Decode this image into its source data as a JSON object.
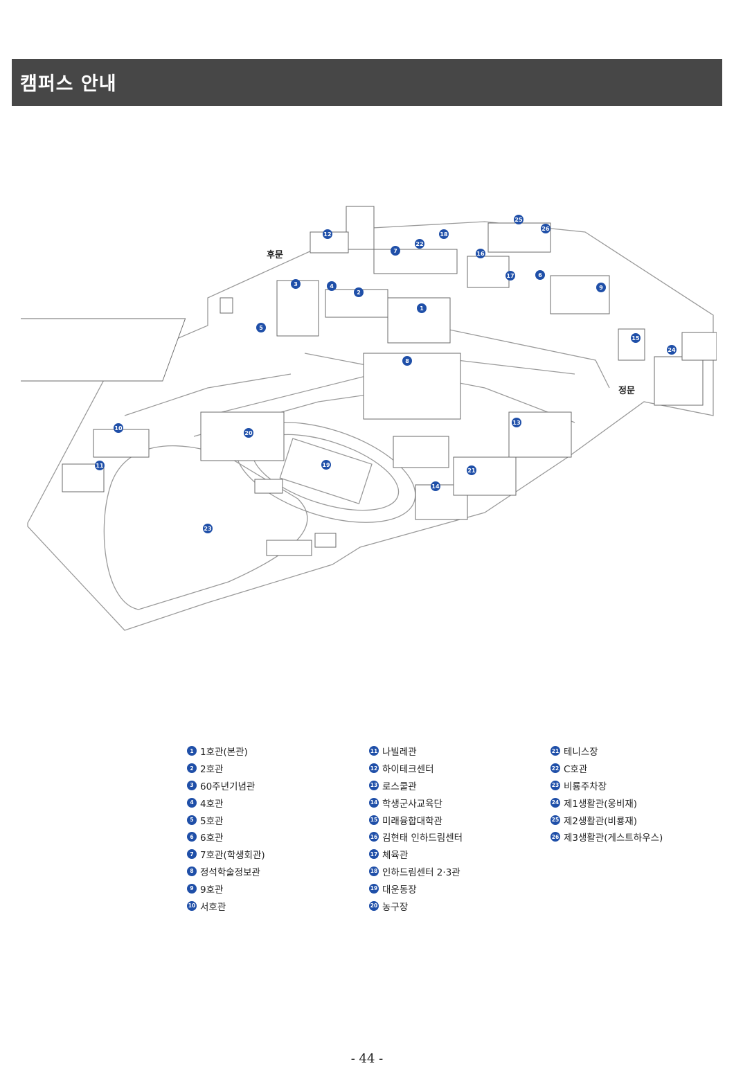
{
  "header": {
    "title": "캠퍼스 안내"
  },
  "map": {
    "gates": {
      "back_gate": "후문",
      "main_gate": "정문"
    },
    "marker_color": "#1f4fa8"
  },
  "legend": {
    "columns": [
      [
        {
          "num": "1",
          "label": "1호관(본관)"
        },
        {
          "num": "2",
          "label": "2호관"
        },
        {
          "num": "3",
          "label": "60주년기념관"
        },
        {
          "num": "4",
          "label": "4호관"
        },
        {
          "num": "5",
          "label": "5호관"
        },
        {
          "num": "6",
          "label": "6호관"
        },
        {
          "num": "7",
          "label": "7호관(학생회관)"
        },
        {
          "num": "8",
          "label": "정석학술정보관"
        },
        {
          "num": "9",
          "label": "9호관"
        },
        {
          "num": "10",
          "label": "서호관"
        }
      ],
      [
        {
          "num": "11",
          "label": "나빌레관"
        },
        {
          "num": "12",
          "label": "하이테크센터"
        },
        {
          "num": "13",
          "label": "로스쿨관"
        },
        {
          "num": "14",
          "label": "학생군사교육단"
        },
        {
          "num": "15",
          "label": "미래융합대학관"
        },
        {
          "num": "16",
          "label": "김현태 인하드림센터"
        },
        {
          "num": "17",
          "label": "체육관"
        },
        {
          "num": "18",
          "label": "인하드림센터 2·3관"
        },
        {
          "num": "19",
          "label": "대운동장"
        },
        {
          "num": "20",
          "label": "농구장"
        }
      ],
      [
        {
          "num": "21",
          "label": "테니스장"
        },
        {
          "num": "22",
          "label": "C호관"
        },
        {
          "num": "23",
          "label": "비룡주차장"
        },
        {
          "num": "24",
          "label": "제1생활관(웅비재)"
        },
        {
          "num": "25",
          "label": "제2생활관(비룡재)"
        },
        {
          "num": "26",
          "label": "제3생활관(게스트하우스)"
        }
      ]
    ]
  },
  "footer": {
    "page_number": "- 44 -"
  }
}
